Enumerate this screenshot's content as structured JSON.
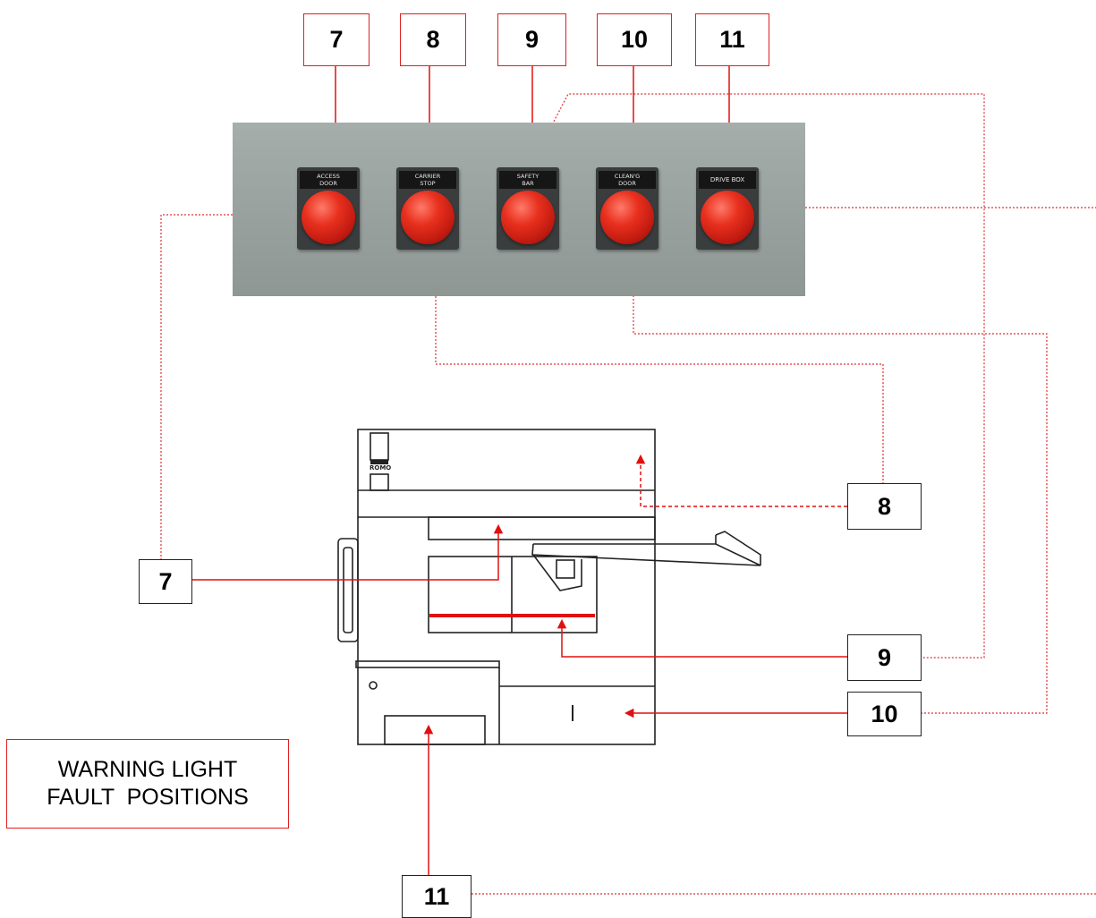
{
  "top_labels": [
    "7",
    "8",
    "9",
    "10",
    "11"
  ],
  "panel_buttons": [
    {
      "label": "ACCESS\nDOOR"
    },
    {
      "label": "CARRIER\nSTOP"
    },
    {
      "label": "SAFETY\nBAR"
    },
    {
      "label": "CLEAN'G\nDOOR"
    },
    {
      "label": "DRIVE BOX"
    }
  ],
  "machine_text": "ROMO",
  "callouts": {
    "seven": "7",
    "eight": "8",
    "nine": "9",
    "ten": "10",
    "eleven": "11"
  },
  "warning": {
    "line1": "WARNING LIGHT",
    "line2": "FAULT  POSITIONS"
  },
  "colors": {
    "accent": "#e02020",
    "lens": "#d92515",
    "panel": "#9aa3a0"
  }
}
